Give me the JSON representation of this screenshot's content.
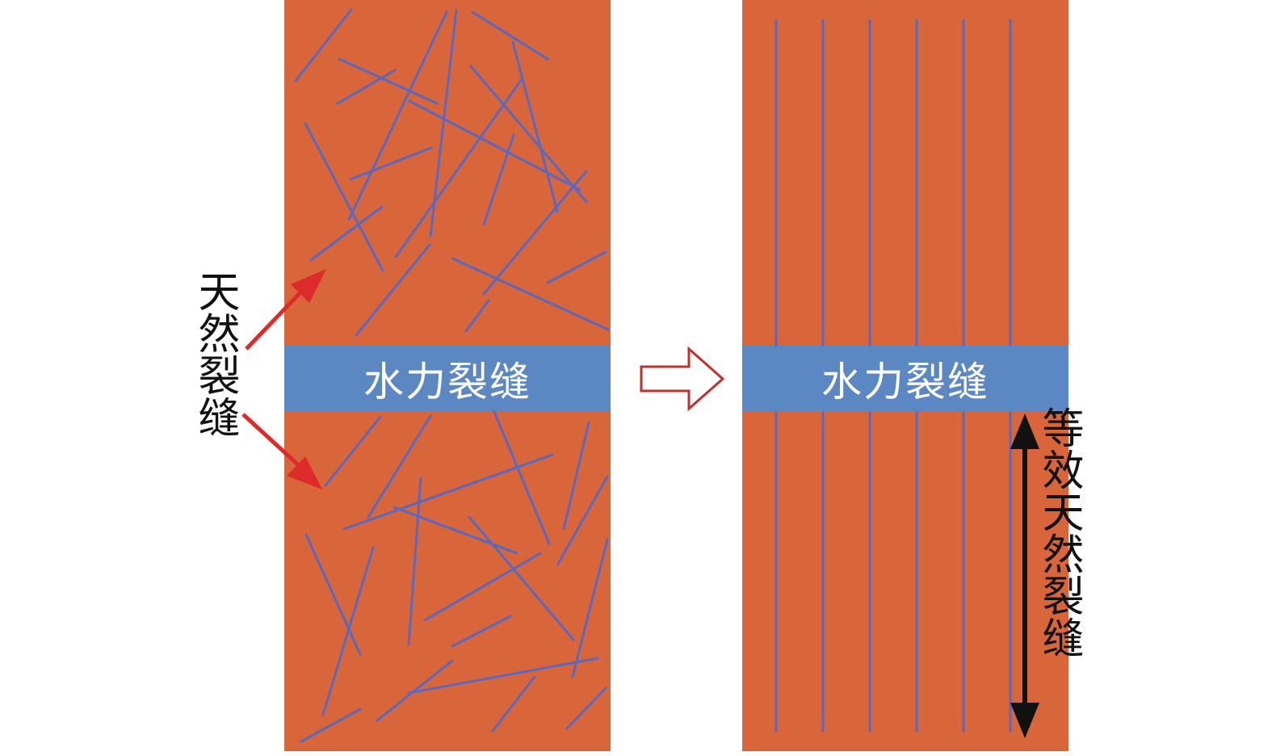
{
  "hydraulic_fracture_label": "水力裂缝",
  "natural_fracture_label": "天然裂缝",
  "equivalent_fracture_label": "等效天然裂缝",
  "colors": {
    "rock": "#d8663a",
    "fracture": "#5b68c0",
    "band": "#5b87c2",
    "pointer_arrow": "#dd2a2a",
    "transform_arrow": "#c0302c",
    "span_arrow": "#111111"
  },
  "icons": {
    "pointer_arrows": "red-arrow-icon",
    "transform_arrow": "hollow-right-arrow-icon",
    "span_arrow": "double-headed-arrow-icon"
  }
}
